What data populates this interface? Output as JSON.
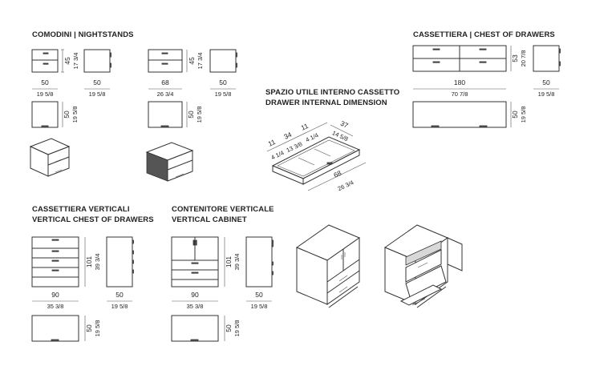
{
  "sections": {
    "nightstands": "COMODINI | NIGHTSTANDS",
    "chest": "CASSETTIERA | CHEST OF DRAWERS",
    "drawer_it": "SPAZIO UTILE INTERNO CASSETTO",
    "drawer_en": "DRAWER INTERNAL DIMENSION",
    "vchest_it": "CASSETTIERA VERTICALI",
    "vchest_en": "VERTICAL CHEST OF DRAWERS",
    "vcab_it": "CONTENITORE VERTICALE",
    "vcab_en": "VERTICAL CABINET"
  },
  "dims": {
    "ns1_h": "45",
    "ns1_h_in": "17 3/4",
    "ns1_w": "50",
    "ns1_w_in": "19 5/8",
    "ns1_side_w": "50",
    "ns1_side_w_in": "19 5/8",
    "ns1_top_d": "50",
    "ns1_top_d_in": "19 5/8",
    "ns2_w": "68",
    "ns2_w_in": "26 3/4",
    "ns2_h": "45",
    "ns2_h_in": "17 3/4",
    "ns2_side_w": "50",
    "ns2_side_w_in": "19 5/8",
    "ns2_top_d": "50",
    "ns2_top_d_in": "19 5/8",
    "dr_a": "11",
    "dr_a_in": "4 1/4",
    "dr_b": "34",
    "dr_b_in": "13 3/8",
    "dr_c": "11",
    "dr_c_in": "4 1/4",
    "dr_d": "37",
    "dr_d_in": "14 5/8",
    "dr_e": "68",
    "dr_e_in": "26 3/4",
    "ch_w": "180",
    "ch_w_in": "70 7/8",
    "ch_h": "53",
    "ch_h_in": "20 7/8",
    "ch_side_w": "50",
    "ch_side_w_in": "19 5/8",
    "ch_top_d": "50",
    "ch_top_d_in": "19 5/8",
    "vc_w": "90",
    "vc_w_in": "35 3/8",
    "vc_h": "101",
    "vc_h_in": "39 3/4",
    "vc_side_w": "50",
    "vc_side_w_in": "19 5/8",
    "vc_top_d": "50",
    "vc_top_d_in": "19 5/8",
    "cab_w": "90",
    "cab_w_in": "35 3/8",
    "cab_h": "101",
    "cab_h_in": "39 3/4",
    "cab_side_w": "50",
    "cab_side_w_in": "19 5/8",
    "cab_top_d": "50",
    "cab_top_d_in": "19 5/8"
  }
}
